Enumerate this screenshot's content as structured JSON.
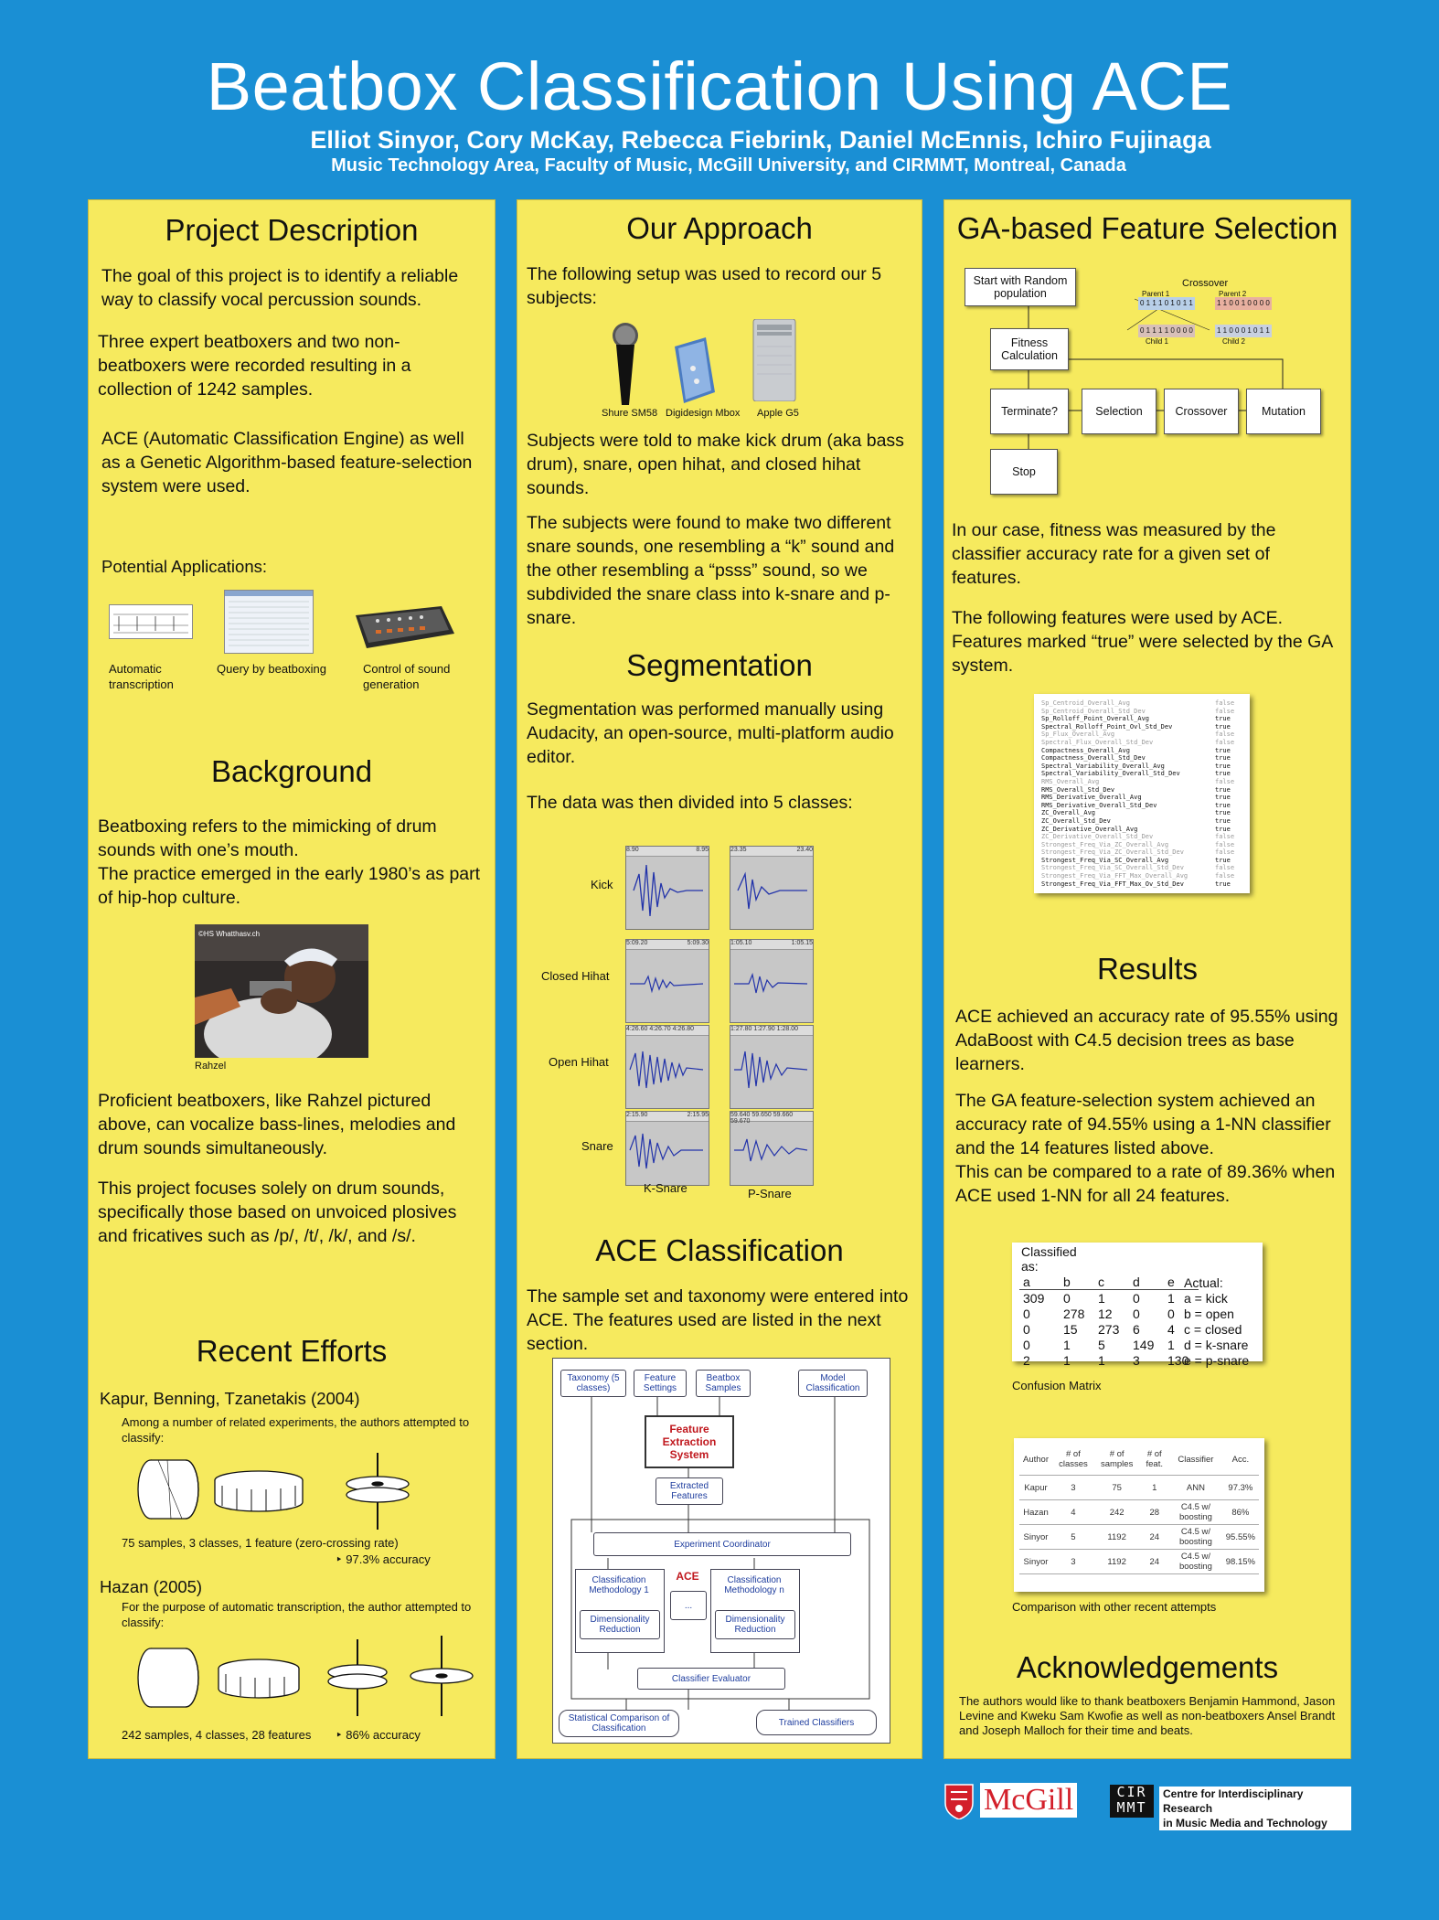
{
  "header": {
    "title": "Beatbox Classification Using ACE",
    "authors": "Elliot Sinyor, Cory McKay, Rebecca Fiebrink, Daniel McEnnis, Ichiro Fujinaga",
    "affiliation": "Music Technology Area,  Faculty of Music, McGill University, and CIRMMT,  Montreal, Canada"
  },
  "col1": {
    "project_title": "Project Description",
    "p1": "The goal of this project is to identify a reliable way to classify vocal percussion sounds.",
    "p2": "Three expert beatboxers and two non-beatboxers were recorded resulting in a collection of 1242 samples.",
    "p3": "ACE (Automatic Classification Engine) as well as a Genetic Algorithm-based feature-selection system were used.",
    "apps_label": "Potential Applications:",
    "app1": "Automatic transcription",
    "app2": "Query by beatboxing",
    "app3": "Control of sound generation",
    "background_title": "Background",
    "bg1": "Beatboxing refers to the mimicking of drum sounds with one’s mouth.",
    "bg2": "The practice emerged in the early 1980’s as part of hip-hop culture.",
    "photo_caption": "Rahzel",
    "photo_credit": "©HS Whatthasv.ch",
    "bg3": "Proficient beatboxers, like Rahzel pictured above,  can vocalize bass-lines, melodies and drum sounds simultaneously.",
    "bg4": "This project focuses solely on drum sounds, specifically those based on unvoiced plosives and fricatives such as /p/, /t/, /k/, and /s/.",
    "recent_title": "Recent Efforts",
    "kapur": "Kapur, Benning, Tzanetakis (2004)",
    "kapur_desc": "Among a number of related experiments, the authors attempted to classify:",
    "kapur_result": "75 samples, 3 classes, 1 feature (zero-crossing rate)",
    "kapur_acc": "‣ 97.3% accuracy",
    "hazan": "Hazan (2005)",
    "hazan_desc": "For the purpose of automatic transcription, the author attempted to classify:",
    "hazan_result": "242 samples, 4 classes, 28 features",
    "hazan_acc": "‣  86% accuracy"
  },
  "col2": {
    "approach_title": "Our Approach",
    "p1": "The following setup was used to record our  5 subjects:",
    "eq1": "Shure SM58",
    "eq2": "Digidesign Mbox",
    "eq3": "Apple G5",
    "p2": "Subjects were told to make kick drum (aka bass drum),  snare, open hihat, and closed hihat sounds.",
    "p3": "The subjects were found to make two different snare sounds, one resembling a “k” sound and the other resembling a “psss” sound,  so we subdivided the snare class into k-snare and p-snare.",
    "seg_title": "Segmentation",
    "seg1": "Segmentation was performed manually using Audacity,  an open-source, multi-platform audio editor.",
    "seg2": "The data was then divided into 5 classes:",
    "wave_labels": [
      "Kick",
      "Closed Hihat",
      "Open Hihat",
      "Snare"
    ],
    "k_snare": "K-Snare",
    "p_snare": "P-Snare",
    "wave_times": [
      "8.90",
      "8.95",
      "23.35",
      "23.40",
      "5:09.20",
      "5:09.30",
      "1:05.10",
      "1:05.15",
      "4:26.60",
      "4:26.70",
      "4:26.80",
      "1:27.80",
      "1:27.90",
      "1:28.00",
      "2:15.90",
      "2:15.95",
      "59.640",
      "59.650",
      "59.660",
      "59.670"
    ],
    "ace_title": "ACE Classification",
    "ace1": "The sample set and taxonomy were entered into ACE.  The features used are listed in the next section.",
    "d_taxonomy": "Taxonomy (5 classes)",
    "d_feature_settings": "Feature Settings",
    "d_beatbox_samples": "Beatbox Samples",
    "d_model_classification": "Model Classification",
    "d_feature_extraction": "Feature Extraction System",
    "d_extracted": "Extracted Features",
    "d_coordinator": "Experiment Coordinator",
    "d_meth1": "Classification Methodology 1",
    "d_methn": "Classification Methodology n",
    "d_ace": "ACE",
    "d_dots": "...",
    "d_dim1": "Dimensionality Reduction",
    "d_dim2": "Dimensionality Reduction",
    "d_evaluator": "Classifier Evaluator",
    "d_stat": "Statistical Comparison of Classification",
    "d_trained": "Trained Classifiers"
  },
  "col3": {
    "ga_title": "GA-based Feature Selection",
    "fc_start": "Start with Random population",
    "fc_fitness": "Fitness Calculation",
    "fc_terminate": "Terminate?",
    "fc_selection": "Selection",
    "fc_crossover": "Crossover",
    "fc_mutation": "Mutation",
    "fc_stop": "Stop",
    "cx_title": "Crossover",
    "cx_parent1": "Parent 1",
    "cx_parent2": "Parent 2",
    "cx_child1": "Child 1",
    "cx_child2": "Child 2",
    "cx_p1": "0 1 1 1 0 1 0 1 1",
    "cx_p2": "1 1 0 0 1 0 0 0 0",
    "cx_c1": "0 1 1 1 1 0 0 0 0",
    "cx_c2": "1 1 0 0 0 1 0 1 1",
    "p1": "In our case, fitness was measured by the classifier accuracy rate for a given set of features.",
    "p2": "The following features were used by ACE. Features marked “true” were selected by the GA system.",
    "features": [
      {
        "name": "Sp_Centroid_Overall_Avg",
        "sel": "false"
      },
      {
        "name": "Sp_Centroid_Overall_Std_Dev",
        "sel": "false"
      },
      {
        "name": "Sp_Rolloff_Point_Overall_Avg",
        "sel": "true"
      },
      {
        "name": "Spectral_Rolloff_Point_Ovl_Std_Dev",
        "sel": "true"
      },
      {
        "name": "Sp_Flux_Overall_Avg",
        "sel": "false"
      },
      {
        "name": "Spectral_Flux_Overall_Std_Dev",
        "sel": "false"
      },
      {
        "name": "Compactness_Overall_Avg",
        "sel": "true"
      },
      {
        "name": "Compactness_Overall_Std_Dev",
        "sel": "true"
      },
      {
        "name": "Spectral_Variability_Overall_Avg",
        "sel": "true"
      },
      {
        "name": "Spectral_Variability_Overall_Std_Dev",
        "sel": "true"
      },
      {
        "name": "RMS_Overall_Avg",
        "sel": "false"
      },
      {
        "name": "RMS_Overall_Std_Dev",
        "sel": "true"
      },
      {
        "name": "RMS_Derivative_Overall_Avg",
        "sel": "true"
      },
      {
        "name": "RMS_Derivative_Overall_Std_Dev",
        "sel": "true"
      },
      {
        "name": "ZC_Overall_Avg",
        "sel": "true"
      },
      {
        "name": "ZC_Overall_Std_Dev",
        "sel": "true"
      },
      {
        "name": "ZC_Derivative_Overall_Avg",
        "sel": "true"
      },
      {
        "name": "ZC_Derivative_Overall_Std_Dev",
        "sel": "false"
      },
      {
        "name": "Strongest_Freq_Via_ZC_Overall_Avg",
        "sel": "false"
      },
      {
        "name": "Strongest_Freq_Via_ZC_Overall_Std_Dev",
        "sel": "false"
      },
      {
        "name": "Strongest_Freq_Via_SC_Overall_Avg",
        "sel": "true"
      },
      {
        "name": "Strongest_Freq_Via_SC_Overall_Std_Dev",
        "sel": "false"
      },
      {
        "name": "Strongest_Freq_Via_FFT_Max_Overall_Avg",
        "sel": "false"
      },
      {
        "name": "Strongest_Freq_Via_FFT_Max_Ov_Std_Dev",
        "sel": "true"
      }
    ],
    "results_title": "Results",
    "r1": "ACE achieved an accuracy rate of 95.55% using AdaBoost with C4.5 decision trees as base learners.",
    "r2": "The GA feature-selection system achieved an accuracy rate of 94.55% using a 1-NN classifier and the 14 features listed above.",
    "r3": "This can be compared to a rate of 89.36%  when ACE used 1-NN for all 24 features.",
    "conf_label": "Classified as:",
    "conf_header": [
      "a",
      "b",
      "c",
      "d",
      "e"
    ],
    "conf_rows": [
      [
        "309",
        "0",
        "1",
        "0",
        "1"
      ],
      [
        "0",
        "278",
        "12",
        "0",
        "0"
      ],
      [
        "0",
        "15",
        "273",
        "6",
        "4"
      ],
      [
        "0",
        "1",
        "5",
        "149",
        "1"
      ],
      [
        "2",
        "1",
        "1",
        "3",
        "130"
      ]
    ],
    "conf_actual_label": "Actual:",
    "conf_actual": [
      "a = kick",
      "b = open",
      "c = closed",
      "d = k-snare",
      "e = p-snare"
    ],
    "conf_caption": "Confusion Matrix",
    "cmp_header": [
      "Author",
      "# of classes",
      "# of samples",
      "# of feat.",
      "Classifier",
      "Acc."
    ],
    "cmp_rows": [
      [
        "Kapur",
        "3",
        "75",
        "1",
        "ANN",
        "97.3%"
      ],
      [
        "Hazan",
        "4",
        "242",
        "28",
        "C4.5 w/ boosting",
        "86%"
      ],
      [
        "Sinyor",
        "5",
        "1192",
        "24",
        "C4.5 w/ boosting",
        "95.55%"
      ],
      [
        "Sinyor",
        "3",
        "1192",
        "24",
        "C4.5 w/ boosting",
        "98.15%"
      ]
    ],
    "cmp_caption": "Comparison with other  recent attempts",
    "ack_title": "Acknowledgements",
    "ack": "The authors would like to thank beatboxers Benjamin Hammond, Jason Levine and Kweku Sam Kwofie as well as non-beatboxers Ansel Brandt and Joseph Malloch for their time and beats."
  },
  "footer": {
    "mcgill": "McGill",
    "cirmmt_top": "CIR",
    "cirmmt_bottom": "MMT",
    "cirmmt_line1": "Centre for Interdisciplinary Research",
    "cirmmt_line2": "in Music Media and Technology"
  }
}
